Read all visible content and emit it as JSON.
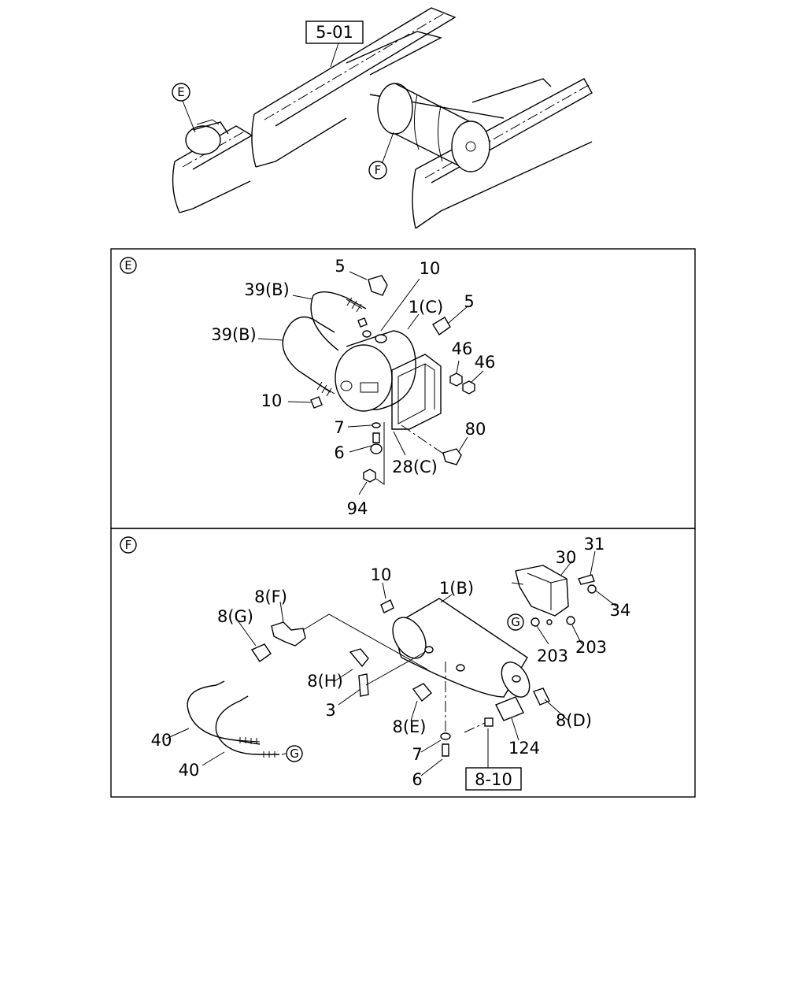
{
  "refs": {
    "top": "5-01",
    "sensor": "8-10"
  },
  "views": {
    "e": "E",
    "f": "F",
    "g": "G"
  },
  "parts_e": {
    "p5a": "5",
    "p10a": "10",
    "p39a": "39(B)",
    "p1c": "1(C)",
    "p5b": "5",
    "p39b": "39(B)",
    "p46a": "46",
    "p46b": "46",
    "p10b": "10",
    "p7": "7",
    "p80": "80",
    "p6": "6",
    "p28c": "28(C)",
    "p94": "94"
  },
  "parts_f": {
    "p31": "31",
    "p30": "30",
    "p10": "10",
    "p1b": "1(B)",
    "p8f": "8(F)",
    "p34": "34",
    "p8g": "8(G)",
    "p203a": "203",
    "p203b": "203",
    "p8h": "8(H)",
    "p3": "3",
    "p8d": "8(D)",
    "p8e": "8(E)",
    "p40a": "40",
    "p124": "124",
    "p7": "7",
    "p40b": "40",
    "p6": "6"
  }
}
